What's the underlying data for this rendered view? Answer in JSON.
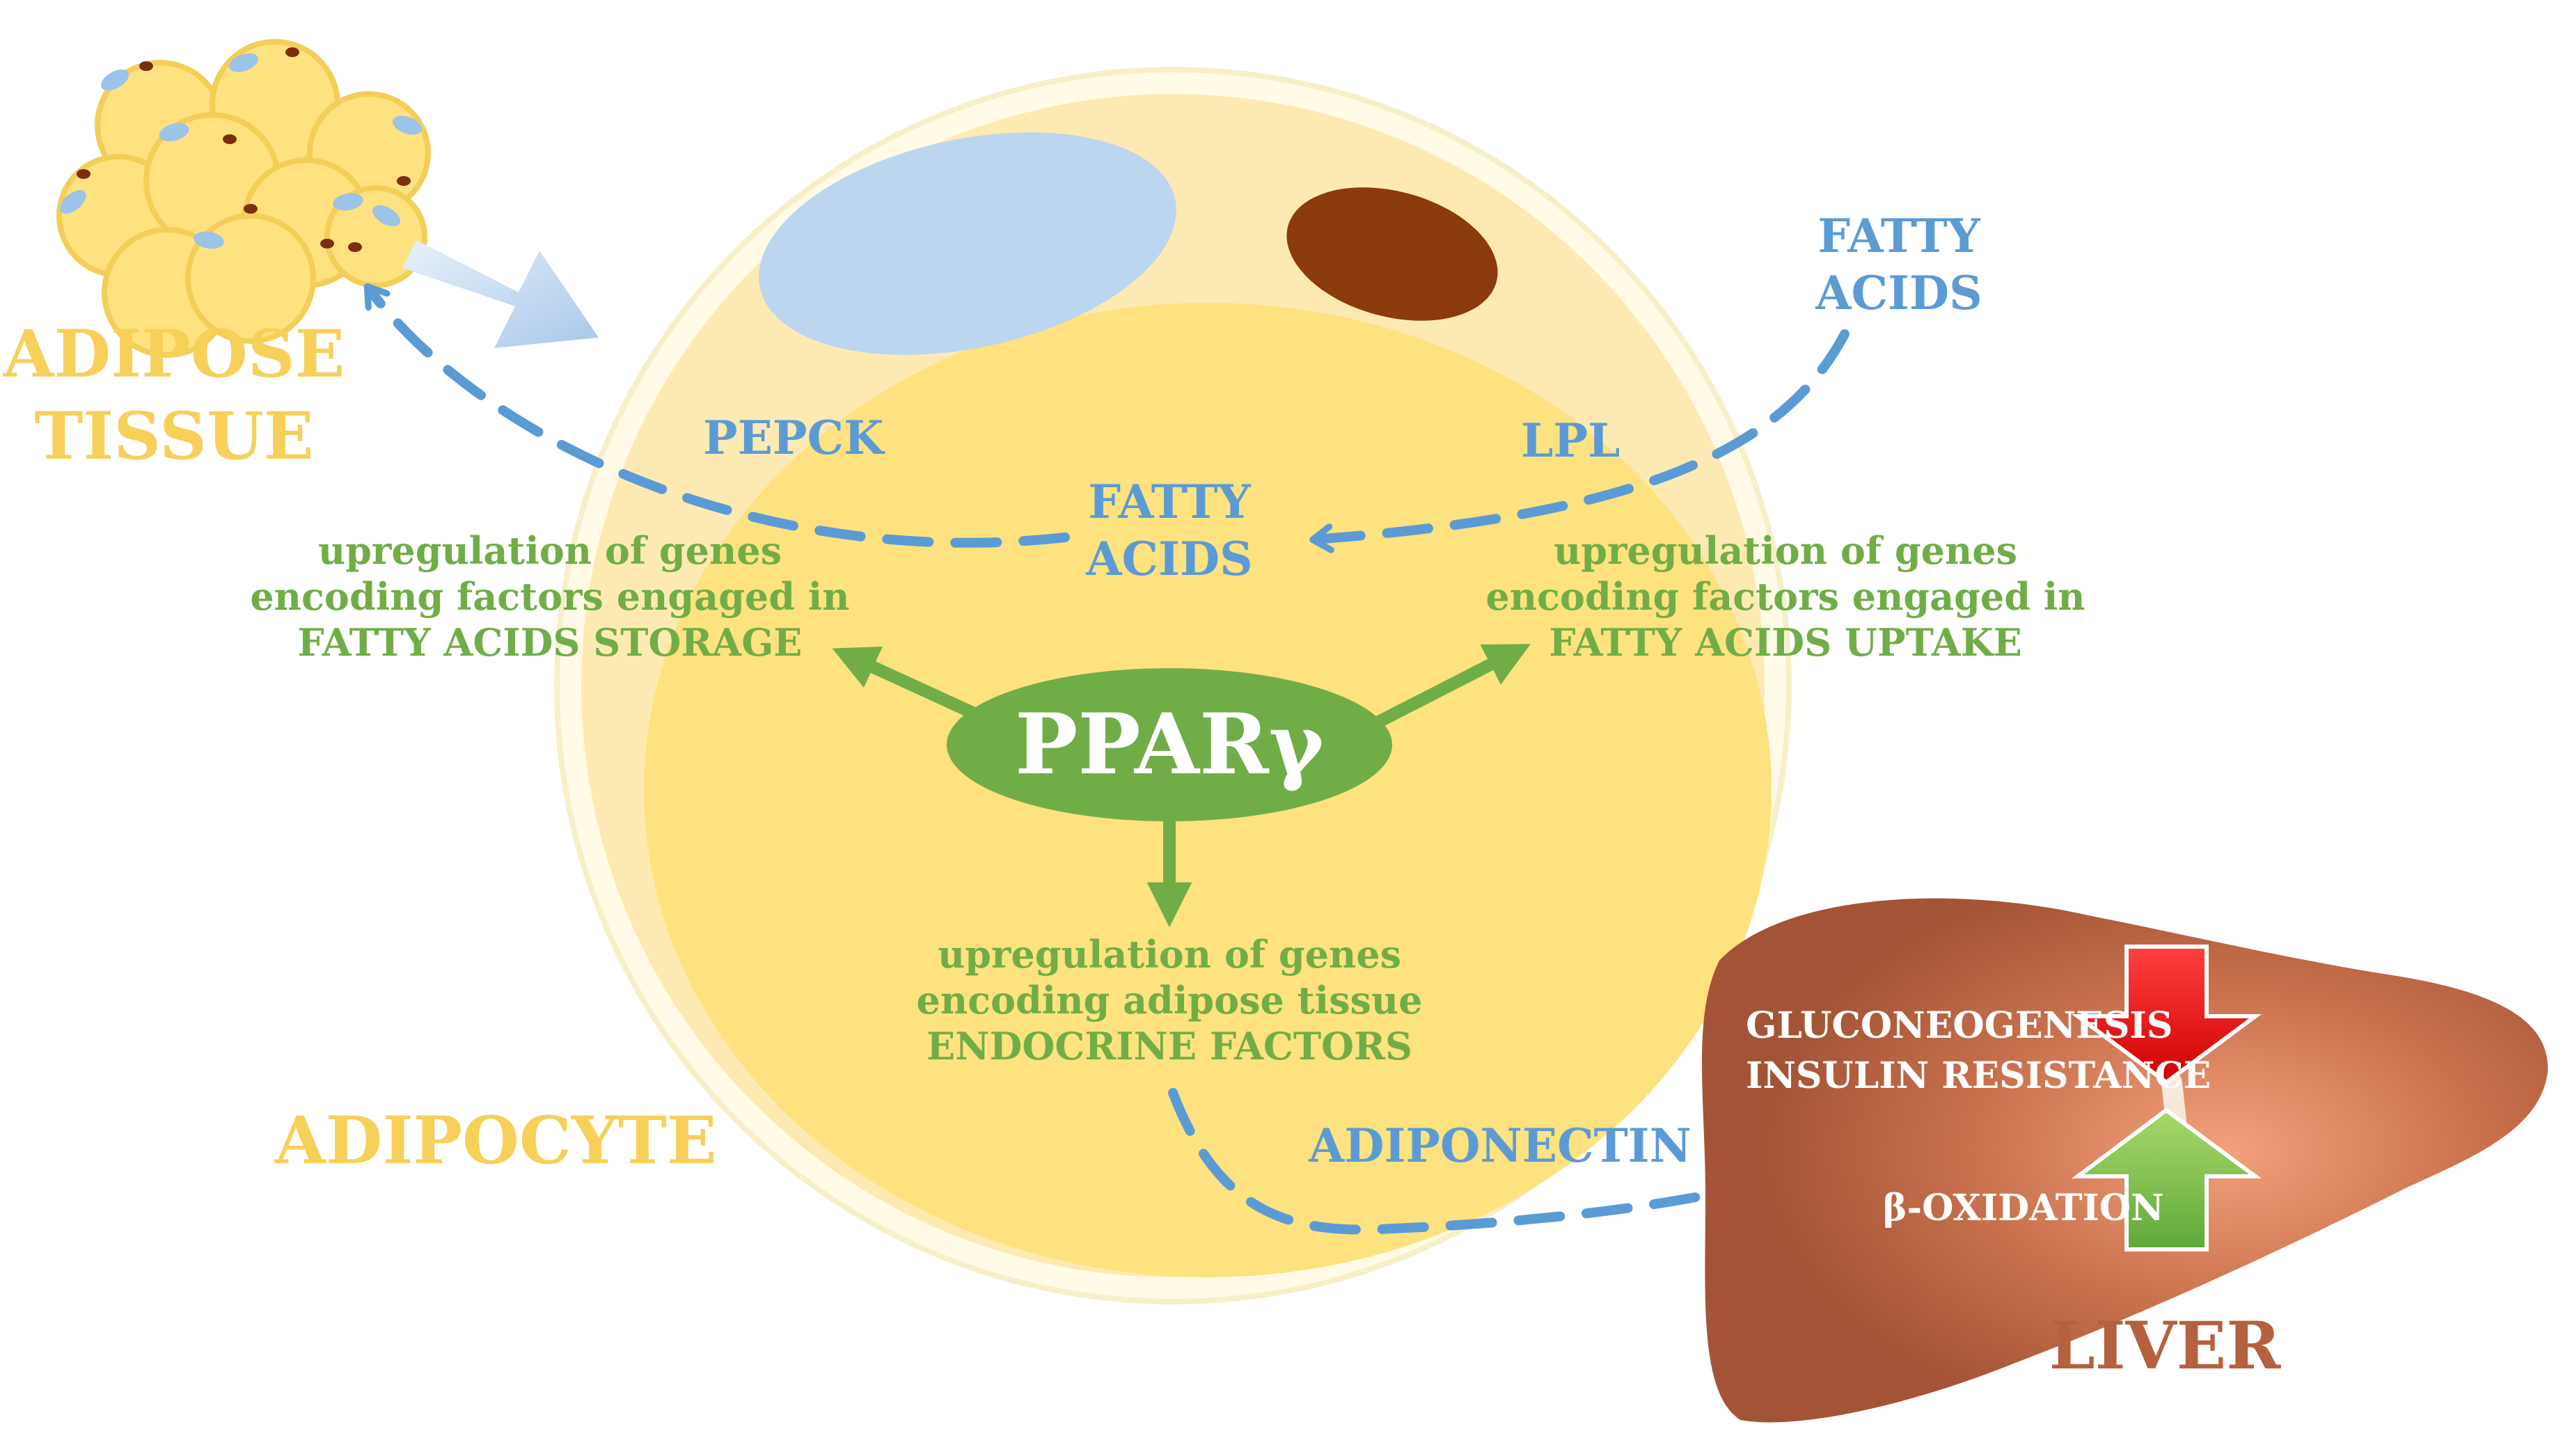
{
  "labels": {
    "adipose_tissue": [
      "ADIPOSE",
      "TISSUE"
    ],
    "adipocyte": "ADIPOCYTE",
    "liver": "LIVER",
    "pparg": "PPARγ",
    "pepck": "PEPCK",
    "lpl": "LPL",
    "fatty_acids_inner": [
      "FATTY",
      "ACIDS"
    ],
    "fatty_acids_outer": [
      "FATTY",
      "ACIDS"
    ],
    "adiponectin": "ADIPONECTIN"
  },
  "effects": {
    "storage": [
      "upregulation of genes",
      "encoding factors engaged in",
      "FATTY ACIDS STORAGE"
    ],
    "uptake": [
      "upregulation of genes",
      "encoding factors engaged in",
      "FATTY ACIDS UPTAKE"
    ],
    "endocrine": [
      "upregulation of genes",
      "encoding adipose tissue",
      "ENDOCRINE FACTORS"
    ]
  },
  "liver_effects": {
    "decreased": [
      "GLUCONEOGENESIS",
      "INSULIN RESISTANCE"
    ],
    "increased": "β-OXIDATION",
    "down_arrow_color": "#e00000",
    "up_arrow_color": "#70ad47"
  },
  "colors": {
    "blue": "#5b9bd5",
    "green": "#70ad47",
    "yellow": "#f7d05a",
    "liver": "#b5603f",
    "cell": "#fde27f"
  }
}
